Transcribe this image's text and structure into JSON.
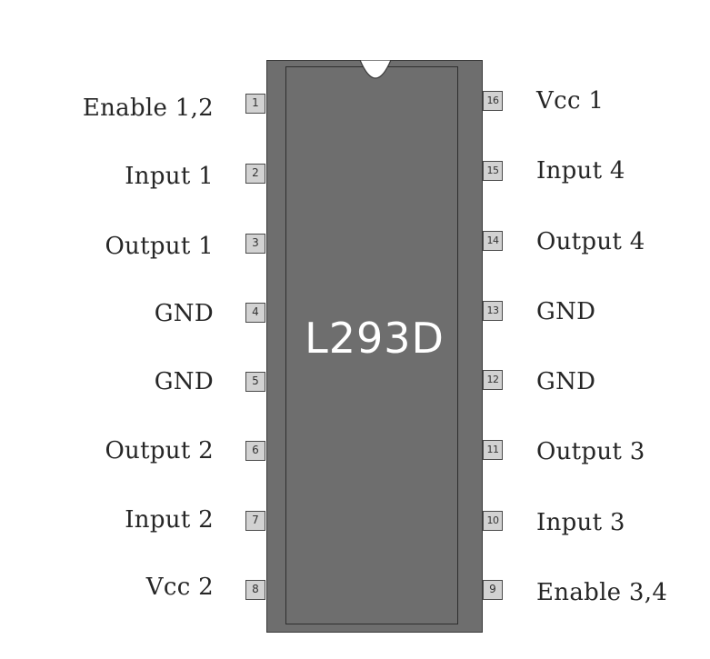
{
  "chip": {
    "name": "L293D"
  },
  "pins_left": [
    {
      "number": "1",
      "label": "Enable 1,2"
    },
    {
      "number": "2",
      "label": "Input 1"
    },
    {
      "number": "3",
      "label": "Output 1"
    },
    {
      "number": "4",
      "label": "GND"
    },
    {
      "number": "5",
      "label": "GND"
    },
    {
      "number": "6",
      "label": "Output 2"
    },
    {
      "number": "7",
      "label": "Input 2"
    },
    {
      "number": "8",
      "label": "Vcc 2"
    }
  ],
  "pins_right": [
    {
      "number": "16",
      "label": "Vcc 1"
    },
    {
      "number": "15",
      "label": "Input 4"
    },
    {
      "number": "14",
      "label": "Output 4"
    },
    {
      "number": "13",
      "label": "GND"
    },
    {
      "number": "12",
      "label": "GND"
    },
    {
      "number": "11",
      "label": "Output 3"
    },
    {
      "number": "10",
      "label": "Input 3"
    },
    {
      "number": "9",
      "label": "Enable 3,4"
    }
  ],
  "colors": {
    "body": "#6e6e6e",
    "pin_fill": "#d2d2d2",
    "text": "#262626"
  }
}
